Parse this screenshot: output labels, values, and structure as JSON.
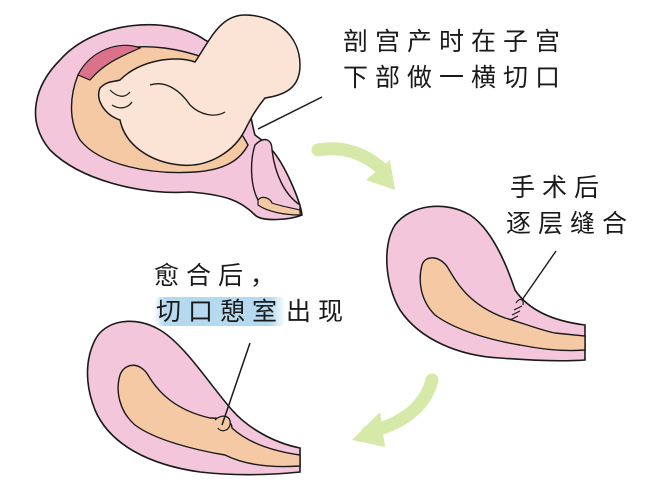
{
  "diagram": {
    "type": "medical-illustration",
    "subject": "Cesarean section incision, suturing and niche (isthmocele) formation",
    "colors": {
      "uterine_wall": "#f3c6dc",
      "uterine_wall_outline": "#1a1a1a",
      "cavity": "#f5c9a3",
      "fetus_skin": "#fbe3d6",
      "placenta": "#d9728a",
      "arrow": "#d6e9a8",
      "highlight": "#a8d4ec"
    },
    "panels": [
      {
        "id": "stage-1",
        "description": "Full-term fetus in uterus; incision made in lower uterine segment",
        "label_lines": [
          "剖宫产时在子宫",
          "下部做一横切口"
        ]
      },
      {
        "id": "stage-2",
        "description": "Post-operative uterus with incision sutured layer by layer",
        "label_lines": [
          "手术后",
          "逐层缝合"
        ]
      },
      {
        "id": "stage-3",
        "description": "Healed uterus showing niche (diverticulum) at incision site",
        "label_lines": [
          "愈合后，"
        ],
        "label_line2_highlighted": "切口憩室",
        "label_line2_rest": "出现"
      }
    ],
    "arrows": [
      {
        "from": "stage-1",
        "to": "stage-2",
        "direction": "curved-down-right"
      },
      {
        "from": "stage-2",
        "to": "stage-3",
        "direction": "curved-down-left"
      }
    ]
  }
}
